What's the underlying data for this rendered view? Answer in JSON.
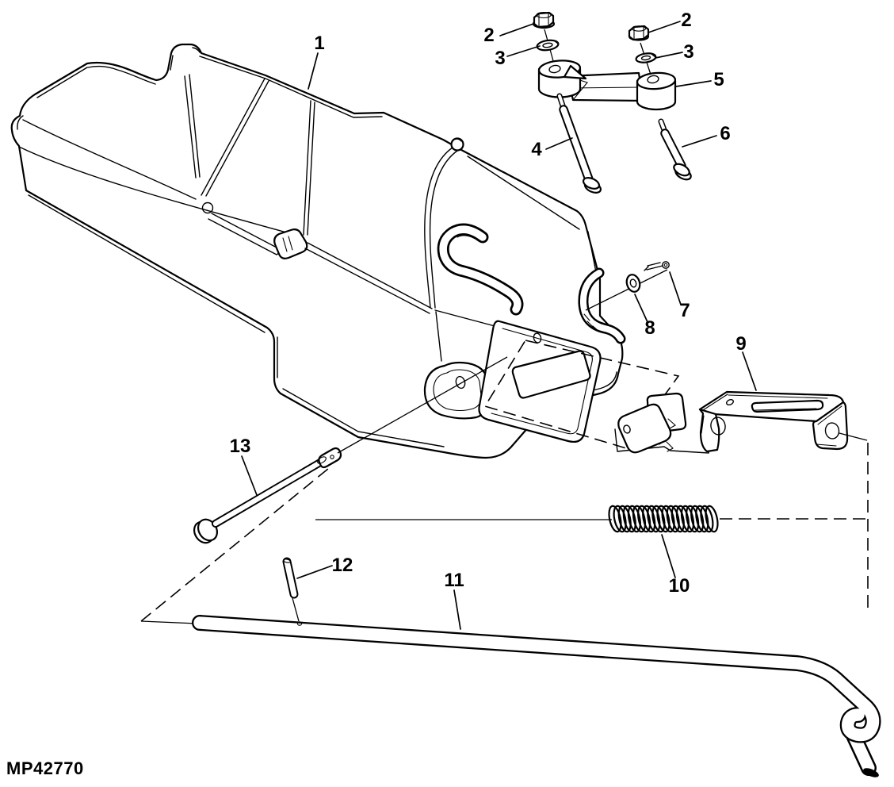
{
  "figure": {
    "code": "MP42770",
    "background_color": "#ffffff",
    "line_color": "#000000",
    "type": "exploded-parts-diagram"
  },
  "callouts": [
    {
      "id": "1",
      "label": "1"
    },
    {
      "id": "2-left",
      "label": "2"
    },
    {
      "id": "2-right",
      "label": "2"
    },
    {
      "id": "3-left",
      "label": "3"
    },
    {
      "id": "3-right",
      "label": "3"
    },
    {
      "id": "4",
      "label": "4"
    },
    {
      "id": "5",
      "label": "5"
    },
    {
      "id": "6",
      "label": "6"
    },
    {
      "id": "7",
      "label": "7"
    },
    {
      "id": "8",
      "label": "8"
    },
    {
      "id": "9",
      "label": "9"
    },
    {
      "id": "10",
      "label": "10"
    },
    {
      "id": "11",
      "label": "11"
    },
    {
      "id": "12",
      "label": "12"
    },
    {
      "id": "13",
      "label": "13"
    }
  ]
}
